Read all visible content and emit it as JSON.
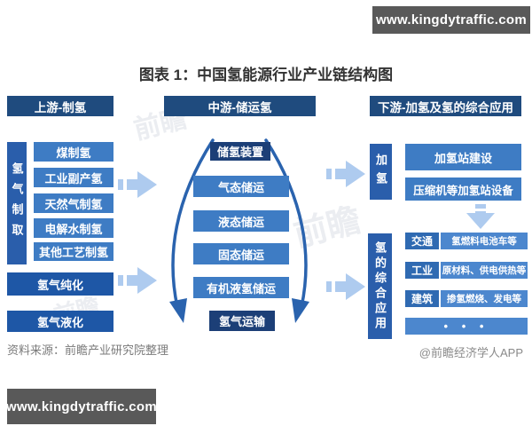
{
  "banner_top": {
    "text": "www.kingdytraffic.com"
  },
  "banner_bottom": {
    "text": "www.kingdytraffic.com"
  },
  "title": "图表 1：中国氢能源行业产业链结构图",
  "columns": {
    "upstream": {
      "header": "上游-制氢",
      "group_label": "氢气制取",
      "methods": [
        "煤制氢",
        "工业副产氢",
        "天然气制氢",
        "电解水制氢",
        "其他工艺制氢"
      ],
      "purification": "氢气纯化",
      "liquefaction": "氢气液化"
    },
    "midstream": {
      "header": "中游-储运氢",
      "top_item": "储氢装置",
      "items": [
        "气态储运",
        "液态储运",
        "固态储运",
        "有机液氢储运"
      ],
      "bottom_item": "氢气运输"
    },
    "downstream": {
      "header": "下游-加氢及氢的综合应用",
      "refueling_label": "加氢",
      "refueling_items": [
        "加氢站建设",
        "压缩机等加氢站设备"
      ],
      "application_label": "氢的综合应用",
      "applications": [
        {
          "category": "交通",
          "detail": "氢燃料电池车等"
        },
        {
          "category": "工业",
          "detail": "原材料、供电供热等"
        },
        {
          "category": "建筑",
          "detail": "掺氢燃烧、发电等"
        }
      ],
      "more": "• • •"
    }
  },
  "footer": {
    "source": "资料来源：前瞻产业研究院整理",
    "credit": "@前瞻经济学人APP"
  },
  "watermark": {
    "text": "前瞻"
  },
  "colors": {
    "header_navy": "#1F4B7E",
    "navy_box": "#1C3F77",
    "strong_blue": "#1E57A6",
    "bar_blue": "#2A5EAB",
    "item_blue": "#3E7CC4",
    "row_label_blue": "#2F6AB2",
    "row_body_blue": "#4C87CE",
    "arrow_light_blue": "#AECBEF",
    "arc_blue": "#2A63AE",
    "banner_gray": "#595959"
  }
}
